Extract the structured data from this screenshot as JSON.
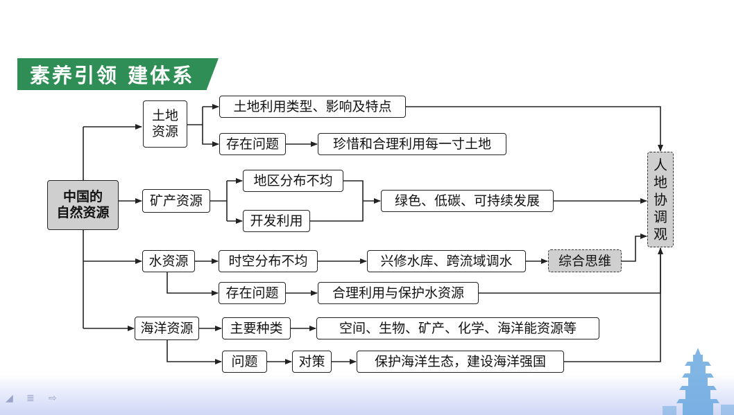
{
  "title": "素养引领 建体系",
  "root": {
    "line1": "中国的",
    "line2": "自然资源"
  },
  "land": {
    "label_line1": "土地",
    "label_line2": "资源",
    "types": "土地利用类型、影响及特点",
    "problems": "存在问题",
    "measure": "珍惜和合理利用每一寸土地"
  },
  "mineral": {
    "label": "矿产资源",
    "distribution": "地区分布不均",
    "development": "开发利用",
    "goal": "绿色、低碳、可持续发展"
  },
  "water": {
    "label": "水资源",
    "distribution": "时空分布不均",
    "engineering": "兴修水库、跨流域调水",
    "thinking": "综合思维",
    "problems": "存在问题",
    "measure": "合理利用与保护水资源"
  },
  "ocean": {
    "label": "海洋资源",
    "types": "主要种类",
    "type_list": "空间、生物、矿产、化学、海洋能资源等",
    "problems": "问题",
    "countermeasure": "对策",
    "measure": "保护海洋生态，建设海洋强国"
  },
  "outcome": [
    "人",
    "地",
    "协",
    "调",
    "观"
  ],
  "colors": {
    "banner": "#2f8e55",
    "gray_box": "#cfcfcf",
    "line": "#222222"
  }
}
